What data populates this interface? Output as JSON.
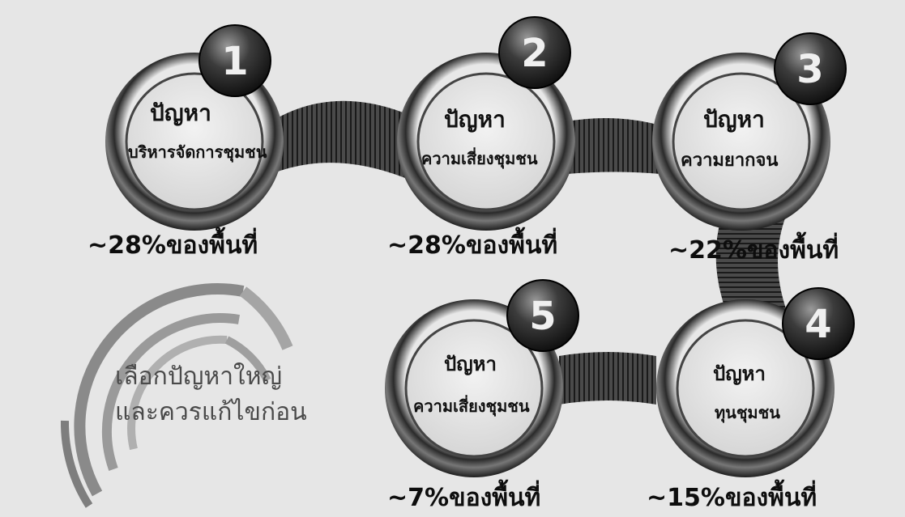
{
  "colors": {
    "background": "#e6e6e6",
    "ring_dark": "#2b2b2b",
    "ring_light": "#9a9a9a",
    "badge": "#3a3a3a",
    "text": "#111111",
    "arc": "#8c8c8c"
  },
  "circles": [
    {
      "number": "1",
      "title": "ปัญหา",
      "subtitle": "บริหารจัดการชุมชน",
      "percent": "~28%ของพื้นที่"
    },
    {
      "number": "2",
      "title": "ปัญหา",
      "subtitle": "ความเสี่ยงชุมชน",
      "percent": "~28%ของพื้นที่"
    },
    {
      "number": "3",
      "title": "ปัญหา",
      "subtitle": "ความยากจน",
      "percent": "~22%ของพื้นที่"
    },
    {
      "number": "4",
      "title": "ปัญหา",
      "subtitle": "ทุนชุมชน",
      "percent": "~15%ของพื้นที่"
    },
    {
      "number": "5",
      "title": "ปัญหา",
      "subtitle": "ความเสี่ยงชุมชน",
      "percent": "~7%ของพื้นที่"
    }
  ],
  "center_note": {
    "line1": "เลือกปัญหาใหญ่",
    "line2": "และควรแก้ไขก่อน"
  }
}
